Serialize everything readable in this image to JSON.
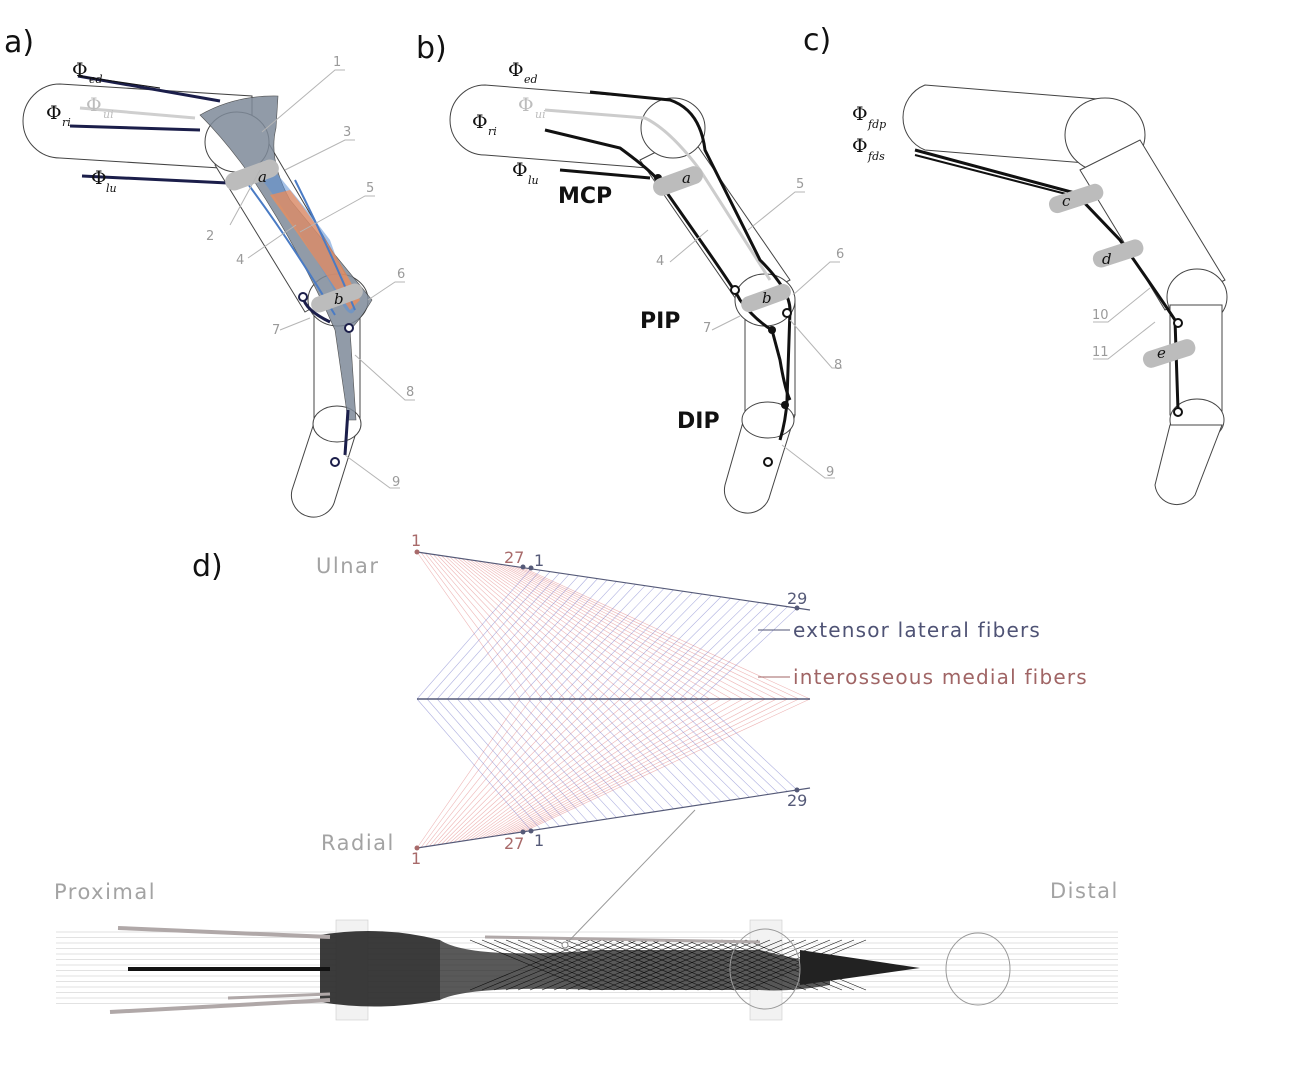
{
  "panels": {
    "a": {
      "label": "a)"
    },
    "b": {
      "label": "b)"
    },
    "c": {
      "label": "c)"
    },
    "d": {
      "label": "d)"
    }
  },
  "forces": {
    "ed": {
      "symbol": "Φ",
      "sub": "ed"
    },
    "ui": {
      "symbol": "Φ",
      "sub": "ui"
    },
    "ri": {
      "symbol": "Φ",
      "sub": "ri"
    },
    "lu": {
      "symbol": "Φ",
      "sub": "lu"
    },
    "fdp": {
      "symbol": "Φ",
      "sub": "fdp"
    },
    "fds": {
      "symbol": "Φ",
      "sub": "fds"
    }
  },
  "joints": {
    "mcp": "MCP",
    "pip": "PIP",
    "dip": "DIP"
  },
  "pulleys": {
    "a": "a",
    "b": "b",
    "c": "c",
    "d": "d",
    "e": "e"
  },
  "callouts": [
    "1",
    "2",
    "3",
    "4",
    "5",
    "6",
    "7",
    "8",
    "9",
    "10",
    "11"
  ],
  "fiber_diagram": {
    "ulnar_label": "Ulnar",
    "radial_label": "Radial",
    "proximal_label": "Proximal",
    "distal_label": "Distal",
    "ulnar_red_start": "1",
    "ulnar_red_end": "27",
    "ulnar_blue_start": "1",
    "ulnar_blue_end": "29",
    "radial_red_start": "1",
    "radial_red_end": "27",
    "radial_blue_start": "1",
    "radial_blue_end": "29",
    "legend_blue": "extensor lateral fibers",
    "legend_red": "interosseous medial fibers",
    "colors": {
      "blue": "#6f73c8",
      "red": "#e07a7a",
      "grey": "#b0a8a8"
    }
  }
}
